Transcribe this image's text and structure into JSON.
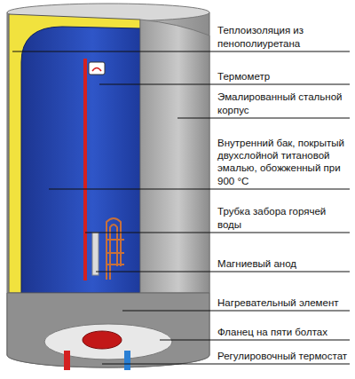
{
  "diagram": {
    "labels": [
      "Теплоизоляция из пенополиуретана",
      "Термометр",
      "Эмалированный стальной корпус",
      "Внутренний бак, покрытый двухслойной титановой эмалью, обожженный при 900 °C",
      "Трубка забора горячей воды",
      "Магниевый анод",
      "Нагревательный элемент",
      "Фланец на пяти болтах",
      "Регулировочный термостат"
    ]
  }
}
